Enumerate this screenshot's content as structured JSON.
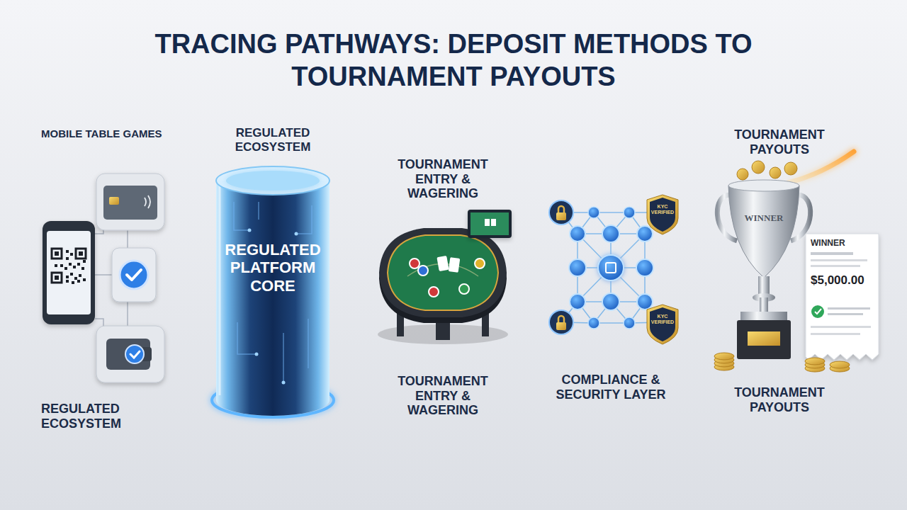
{
  "diagram": {
    "title": "TRACING PATHWAYS: DEPOSIT METHODS TO TOURNAMENT PAYOUTS",
    "nodes": [
      {
        "text": [
          "MOBILE TABLE GAMES",
          "REGULATED ECOSYSTEM"
        ]
      },
      {
        "text": [
          "REGULATED ECOSYSTEM",
          "REGULATED PLATFORM CORE"
        ]
      },
      {
        "text": [
          "TOURNAMENT ENTRY & WAGERING",
          "TOURNAMENT ENTRY & WAGERING"
        ]
      },
      {
        "text": [
          "COMPLIANCE & SECURITY LAYER"
        ]
      },
      {
        "text": [
          "TOURNAMENT PAYOUTS",
          "TOURNAMENT PAYOUTS"
        ]
      }
    ],
    "edges": [
      {
        "from": 0,
        "to": 1,
        "arrow": "to"
      },
      {
        "from": 1,
        "to": 2,
        "arrow": "to"
      },
      {
        "from": 2,
        "to": 3,
        "arrow": "to"
      },
      {
        "from": 3,
        "to": 4,
        "arrow": "to"
      }
    ],
    "labels": [
      "KYC VERIFIED",
      "KYC VERIFIED",
      "WINNER",
      "WINNER",
      "$5,000.00"
    ]
  }
}
